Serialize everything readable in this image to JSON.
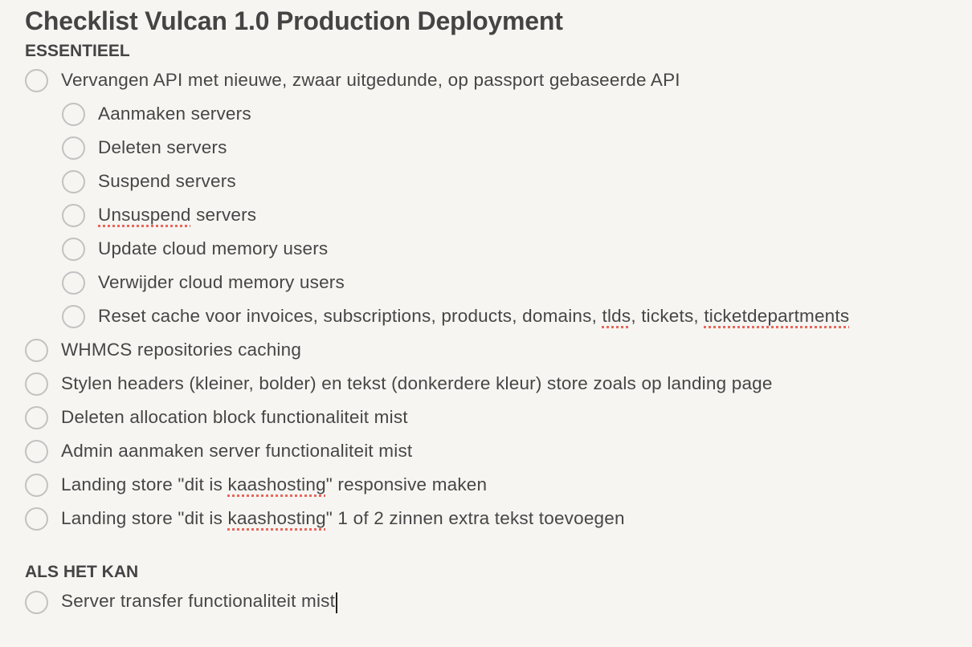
{
  "note": {
    "title": "Checklist Vulcan 1.0 Production Deployment",
    "sections": [
      {
        "heading": "ESSENTIEEL",
        "items": [
          {
            "level": 0,
            "checked": false,
            "parts": [
              {
                "t": "Vervangen API met nieuwe, zwaar uitgedunde, op passport gebaseerde API"
              }
            ]
          },
          {
            "level": 1,
            "checked": false,
            "parts": [
              {
                "t": "Aanmaken servers"
              }
            ]
          },
          {
            "level": 1,
            "checked": false,
            "parts": [
              {
                "t": "Deleten servers"
              }
            ]
          },
          {
            "level": 1,
            "checked": false,
            "parts": [
              {
                "t": "Suspend servers"
              }
            ]
          },
          {
            "level": 1,
            "checked": false,
            "parts": [
              {
                "t": "Unsuspend",
                "spell": true
              },
              {
                "t": " servers"
              }
            ]
          },
          {
            "level": 1,
            "checked": false,
            "parts": [
              {
                "t": "Update cloud memory users"
              }
            ]
          },
          {
            "level": 1,
            "checked": false,
            "parts": [
              {
                "t": "Verwijder cloud memory users"
              }
            ]
          },
          {
            "level": 1,
            "checked": false,
            "parts": [
              {
                "t": "Reset cache voor invoices, subscriptions, products, domains, "
              },
              {
                "t": "tlds",
                "spell": true
              },
              {
                "t": ", tickets, "
              },
              {
                "t": "ticketdepartments",
                "spell": true
              }
            ]
          },
          {
            "level": 0,
            "checked": false,
            "parts": [
              {
                "t": "WHMCS repositories caching"
              }
            ]
          },
          {
            "level": 0,
            "checked": false,
            "parts": [
              {
                "t": "Stylen headers (kleiner, bolder) en tekst (donkerdere kleur) store zoals op landing page"
              }
            ]
          },
          {
            "level": 0,
            "checked": false,
            "parts": [
              {
                "t": "Deleten allocation block functionaliteit mist"
              }
            ]
          },
          {
            "level": 0,
            "checked": false,
            "parts": [
              {
                "t": "Admin aanmaken server functionaliteit mist"
              }
            ]
          },
          {
            "level": 0,
            "checked": false,
            "parts": [
              {
                "t": "Landing store \"dit is "
              },
              {
                "t": "kaashosting",
                "spell": true
              },
              {
                "t": "\" responsive maken"
              }
            ]
          },
          {
            "level": 0,
            "checked": false,
            "parts": [
              {
                "t": "Landing store \"dit is "
              },
              {
                "t": "kaashosting",
                "spell": true
              },
              {
                "t": "\" 1 of 2 zinnen extra tekst toevoegen"
              }
            ]
          }
        ]
      },
      {
        "heading": "ALS HET KAN",
        "items": [
          {
            "level": 0,
            "checked": false,
            "caret": true,
            "parts": [
              {
                "t": "Server transfer functionaliteit mist"
              }
            ]
          }
        ]
      }
    ]
  }
}
